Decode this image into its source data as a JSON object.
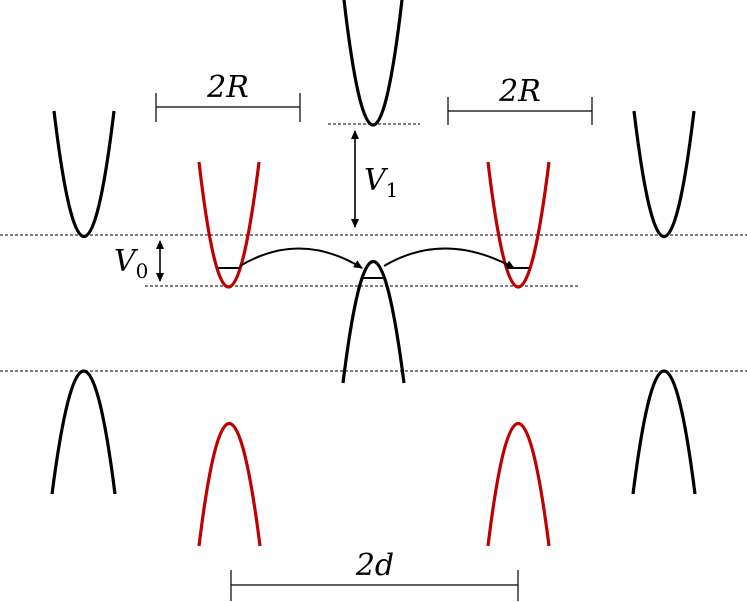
{
  "labels": {
    "radius_left": "2R",
    "radius_right": "2R",
    "v1": "V",
    "v1_sub": "1",
    "v0": "V",
    "v0_sub": "0",
    "distance": "2d"
  },
  "colors": {
    "ring_band": "#c00000",
    "lead_band": "#000000"
  }
}
